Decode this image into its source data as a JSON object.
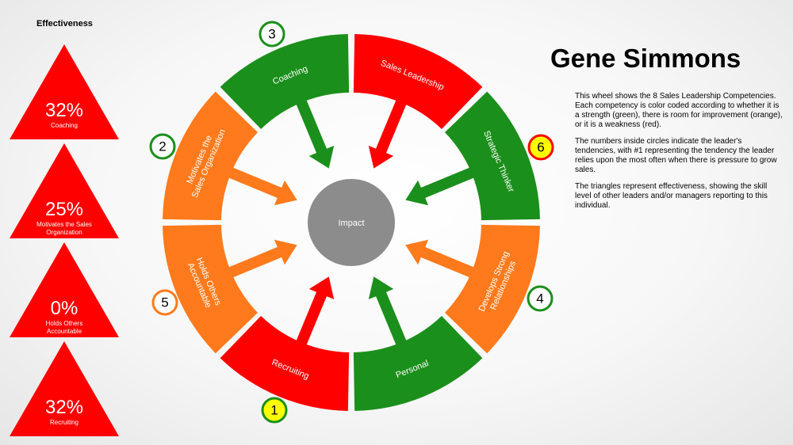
{
  "effectiveness": {
    "title": "Effectiveness",
    "items": [
      {
        "percent": "32%",
        "label": "Coaching",
        "color": "#ff0000"
      },
      {
        "percent": "25%",
        "label": "Motivates the Sales Organization",
        "color": "#ff0000"
      },
      {
        "percent": "0%",
        "label": "Holds Others Accountable",
        "color": "#ff0000"
      },
      {
        "percent": "32%",
        "label": "Recruiting",
        "color": "#ff0000"
      }
    ]
  },
  "wheel": {
    "center_label": "Impact",
    "segments": [
      {
        "label": "Sales Leadership",
        "color": "#ff0000"
      },
      {
        "label": "Strategic Thinker",
        "color": "#1b8f1b"
      },
      {
        "label": "Develops Strong Relationships",
        "color": "#ff7a1c"
      },
      {
        "label": "Personal",
        "color": "#1b8f1b"
      },
      {
        "label": "Recruiting",
        "color": "#ff0000"
      },
      {
        "label": "Holds Others Accountable",
        "color": "#ff7a1c"
      },
      {
        "label": "Motivates the Sales Organization",
        "color": "#ff7a1c"
      },
      {
        "label": "Coaching",
        "color": "#1b8f1b"
      }
    ],
    "rankings": [
      {
        "number": "3",
        "border": "#1b8f1b",
        "fill": "#ffffff"
      },
      {
        "number": "2",
        "border": "#1b8f1b",
        "fill": "#ffffff"
      },
      {
        "number": "6",
        "border": "#ff0000",
        "fill": "#ffff00"
      },
      {
        "number": "5",
        "border": "#ff7a1c",
        "fill": "#ffffff"
      },
      {
        "number": "4",
        "border": "#1b8f1b",
        "fill": "#ffffff"
      },
      {
        "number": "1",
        "border": "#1b8f1b",
        "fill": "#ffff00"
      }
    ]
  },
  "person_name": "Gene Simmons",
  "description": [
    "This wheel shows the 8 Sales Leadership Competencies. Each competency is color coded according to whether it is a strength (green), there is room for improvement (orange), or it is a weakness (red).",
    "The numbers inside circles indicate the leader's tendencies, with #1 representing the tendency the leader relies upon the most often when there is pressure to grow sales.",
    "The triangles represent effectiveness, showing the skill level of other leaders and/or managers reporting to this individual."
  ]
}
